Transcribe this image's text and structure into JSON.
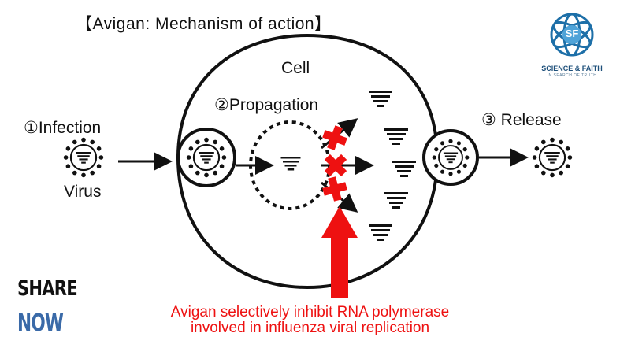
{
  "title": "【Avigan: Mechanism of action】",
  "labels": {
    "cell": "Cell",
    "propagation": "②Propagation",
    "infection": "①Infection",
    "virus": "Virus",
    "release": "③ Release"
  },
  "caption": {
    "line1": "Avigan selectively inhibit RNA polymerase",
    "line2": "involved in influenza viral replication"
  },
  "share": {
    "line1": "SHARE",
    "line2": "NOW"
  },
  "logo": {
    "name": "SCIENCE & FAITH",
    "tagline": "IN SEARCH OF TRUTH",
    "mark": "SF"
  },
  "colors": {
    "inhibit": "#ee1111",
    "ink": "#111111",
    "share_now": "#3a6aa8",
    "logo_blue": "#1d6fa8"
  }
}
